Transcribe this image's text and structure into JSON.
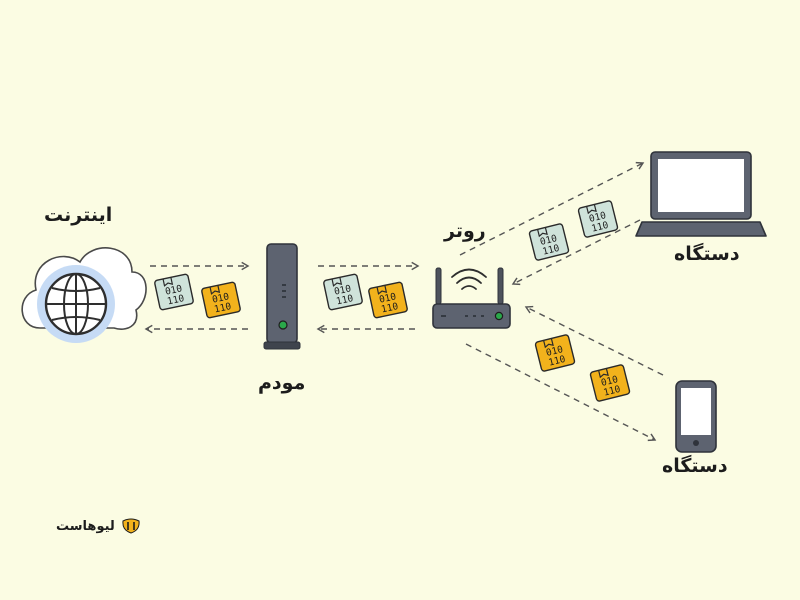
{
  "labels": {
    "internet": "اینترنت",
    "modem": "مودم",
    "router": "روتر",
    "device_laptop": "دستگاه",
    "device_phone": "دستگاه"
  },
  "packet": {
    "line1": "010",
    "line2": "110"
  },
  "brand": {
    "name": "لیوهاست",
    "icon": "liohost-logo-icon"
  },
  "colors": {
    "background": "#fbfce3",
    "packet_outgoing": "#cfe3da",
    "packet_incoming": "#f2b21c",
    "device_gray": "#5d6370",
    "led_green": "#2aa84a",
    "globe_ring": "#bfd6f2",
    "line": "#555555"
  }
}
